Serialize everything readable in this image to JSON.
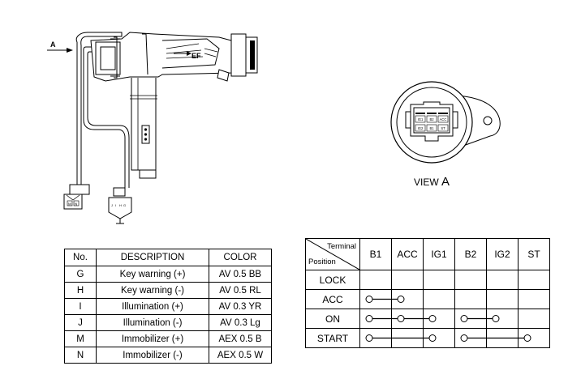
{
  "harness": {
    "arrow_label": "A",
    "ef_label": "EF",
    "connector_m_label": "M",
    "connector_n_label": "N",
    "connector_j_label": "J",
    "connector_i_label": "I",
    "connector_h_label": "H",
    "connector_g_label": "G"
  },
  "view": {
    "caption_prefix": "VIEW",
    "caption_letter": "A",
    "pins": [
      "IG1",
      "B2",
      "ACC",
      "IG2",
      "B1",
      "ST"
    ]
  },
  "description_table": {
    "headers": [
      "No.",
      "DESCRIPTION",
      "COLOR"
    ],
    "rows": [
      {
        "no": "G",
        "desc": "Key warning (+)",
        "color": "AV 0.5 BB"
      },
      {
        "no": "H",
        "desc": "Key warning (-)",
        "color": "AV 0.5 RL"
      },
      {
        "no": "I",
        "desc": "Illumination (+)",
        "color": "AV 0.3 YR"
      },
      {
        "no": "J",
        "desc": "Illumination (-)",
        "color": "AV 0.3 Lg"
      },
      {
        "no": "M",
        "desc": "Immobilizer (+)",
        "color": "AEX 0.5 B"
      },
      {
        "no": "N",
        "desc": "Immobilizer (-)",
        "color": "AEX 0.5 W"
      }
    ]
  },
  "continuity_table": {
    "corner_terminal": "Terminal",
    "corner_position": "Position",
    "terminals": [
      "B1",
      "ACC",
      "IG1",
      "B2",
      "IG2",
      "ST"
    ],
    "positions": [
      {
        "name": "LOCK",
        "groups": []
      },
      {
        "name": "ACC",
        "groups": [
          [
            "B1",
            "ACC"
          ]
        ]
      },
      {
        "name": "ON",
        "groups": [
          [
            "B1",
            "ACC",
            "IG1"
          ],
          [
            "B2",
            "IG2"
          ]
        ]
      },
      {
        "name": "START",
        "groups": [
          [
            "B1",
            "IG1"
          ],
          [
            "B2",
            "ST"
          ]
        ]
      }
    ]
  }
}
